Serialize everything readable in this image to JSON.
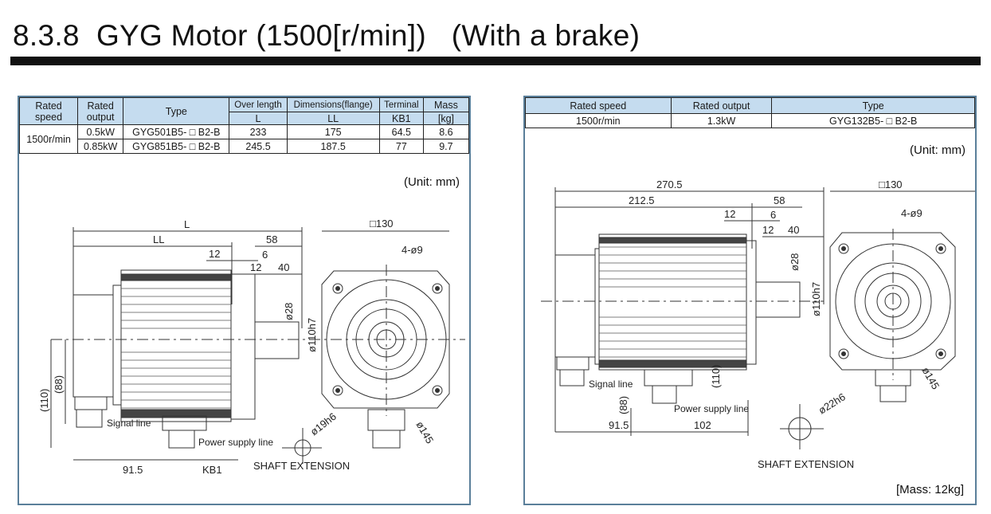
{
  "page": {
    "title": "8.3.8  GYG Motor (1500[r/min])   (With a brake)"
  },
  "left": {
    "headers": {
      "rated_speed": "Rated speed",
      "rated_output": "Rated output",
      "type": "Type",
      "over_length": "Over length",
      "dimensions": "Dimensions(flange)",
      "terminal": "Terminal",
      "mass": "Mass",
      "l": "L",
      "ll": "LL",
      "kb1": "KB1",
      "kg": "[kg]"
    },
    "speed": "1500r/min",
    "rows": [
      {
        "output": "0.5kW",
        "type": "GYG501B5- □ B2-B",
        "l": "233",
        "ll": "175",
        "kb1": "64.5",
        "mass": "8.6"
      },
      {
        "output": "0.85kW",
        "type": "GYG851B5- □ B2-B",
        "l": "245.5",
        "ll": "187.5",
        "kb1": "77",
        "mass": "9.7"
      }
    ],
    "unit": "(Unit: mm)",
    "drawing": {
      "dim_L": "L",
      "dim_LL": "LL",
      "dim_58": "58",
      "dim_12": "12",
      "dim_6": "6",
      "dim_12b": "12",
      "dim_40": "40",
      "dia_28": "ø28",
      "dia_110h7": "ø110h7",
      "dim_110": "(110)",
      "dim_88": "(88)",
      "signal_line": "Signal line",
      "power_supply_line": "Power supply line",
      "dim_91_5": "91.5",
      "dim_kb1": "KB1",
      "flange_square": "□130",
      "holes": "4-ø9",
      "dia_19h6": "ø19h6",
      "dia_145": "ø145",
      "shaft_extension": "SHAFT EXTENSION"
    }
  },
  "right": {
    "headers": {
      "rated_speed": "Rated speed",
      "rated_output": "Rated output",
      "type": "Type"
    },
    "row": {
      "speed": "1500r/min",
      "output": "1.3kW",
      "type": "GYG132B5- □ B2-B"
    },
    "unit": "(Unit: mm)",
    "mass": "[Mass: 12kg]",
    "drawing": {
      "dim_270_5": "270.5",
      "dim_212_5": "212.5",
      "dim_58": "58",
      "dim_12": "12",
      "dim_6": "6",
      "dim_12b": "12",
      "dim_40": "40",
      "dia_28": "ø28",
      "dia_110h7": "ø110h7",
      "dim_110": "(110)",
      "dim_88": "(88)",
      "signal_line": "Signal line",
      "power_supply_line": "Power supply line",
      "dim_91_5": "91.5",
      "dim_102": "102",
      "flange_square": "□130",
      "holes": "4-ø9",
      "dia_22h6": "ø22h6",
      "dia_145": "ø145",
      "shaft_extension": "SHAFT EXTENSION"
    }
  }
}
